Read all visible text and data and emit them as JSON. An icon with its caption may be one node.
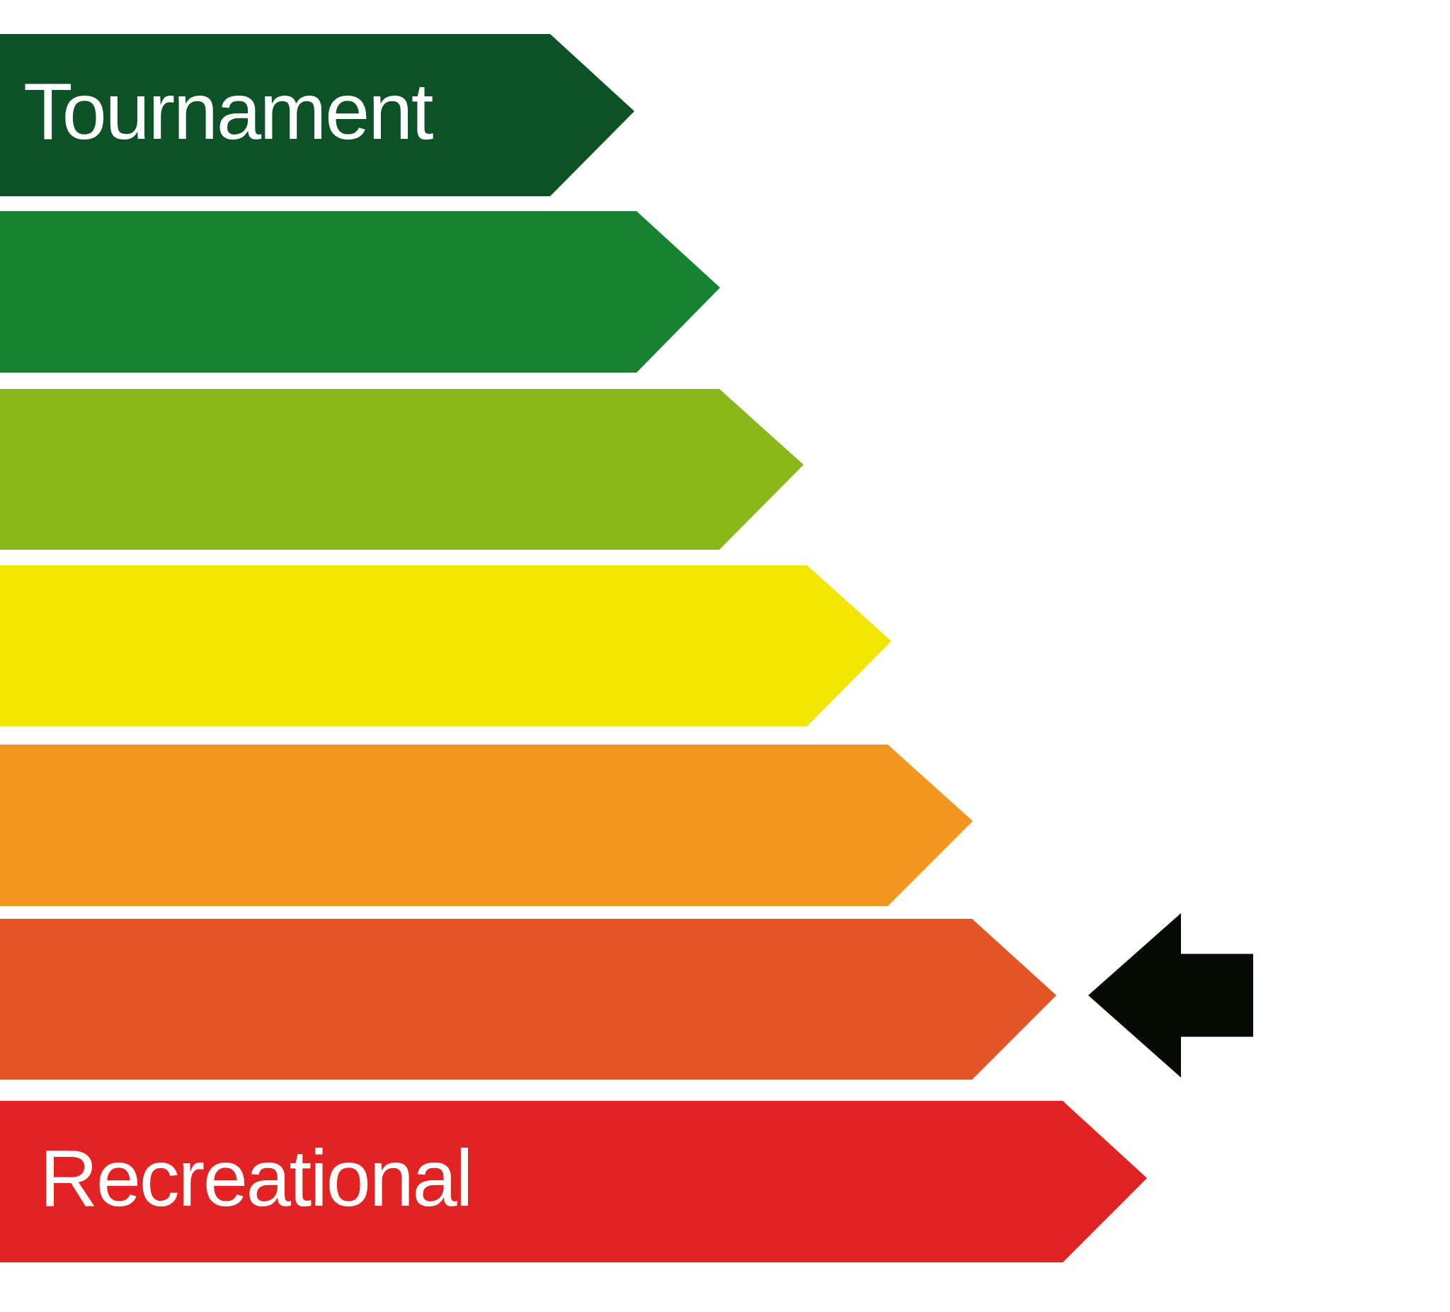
{
  "diagram": {
    "nodes": [
      {
        "text": [
          "Tournament"
        ]
      },
      {
        "text": [],
        "shape": "bar"
      },
      {
        "text": [],
        "shape": "bar"
      },
      {
        "text": [],
        "shape": "bar"
      },
      {
        "text": [],
        "shape": "bar"
      },
      {
        "text": [],
        "shape": "bar"
      },
      {
        "text": [
          "Recreational"
        ]
      }
    ],
    "edges": [
      {
        "from": null,
        "to": 5,
        "arrow": "to"
      }
    ]
  }
}
